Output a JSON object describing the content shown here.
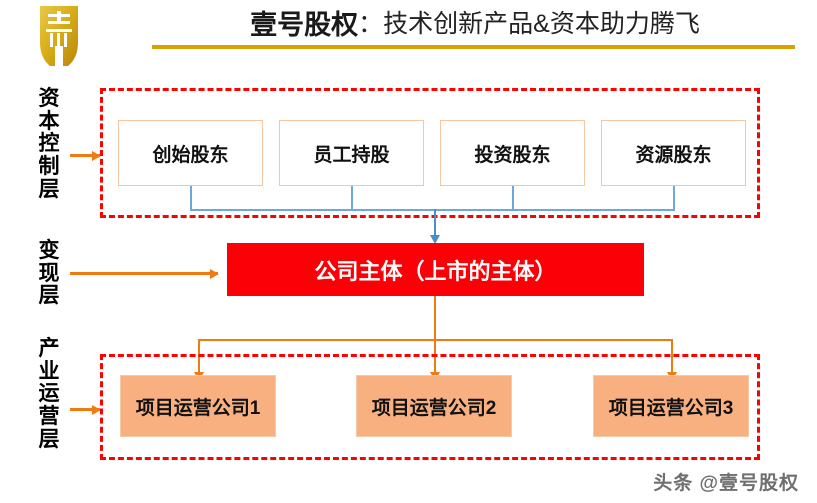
{
  "header": {
    "logo_icon": "gold-seal-logo",
    "title_strong": "壹号股权",
    "title_rest": "：技术创新产品&资本助力腾飞",
    "rule_color": "#D9A200"
  },
  "layers": [
    {
      "label": "资本控制层",
      "arrow_icon": "arrow-right-icon"
    },
    {
      "label": "变现层",
      "arrow_icon": "arrow-right-icon"
    },
    {
      "label": "产业运营层",
      "arrow_icon": "arrow-right-icon"
    }
  ],
  "capital_layer": {
    "region_border_color": "#FF0000",
    "boxes": [
      {
        "label": "创始股东"
      },
      {
        "label": "员工持股"
      },
      {
        "label": "投资股东"
      },
      {
        "label": "资源股东"
      }
    ]
  },
  "main_entity": {
    "label": "公司主体（上市的主体）",
    "fill_color": "#FB0007",
    "text_color": "#FFFFFF"
  },
  "industry_layer": {
    "region_border_color": "#FF0000",
    "boxes": [
      {
        "label": "项目运营公司1"
      },
      {
        "label": "项目运营公司2"
      },
      {
        "label": "项目运营公司3"
      }
    ]
  },
  "connectors": {
    "upper_color": "#6EA7D8",
    "lower_color": "#F07B10"
  },
  "watermark": {
    "text": "头条 @壹号股权"
  }
}
